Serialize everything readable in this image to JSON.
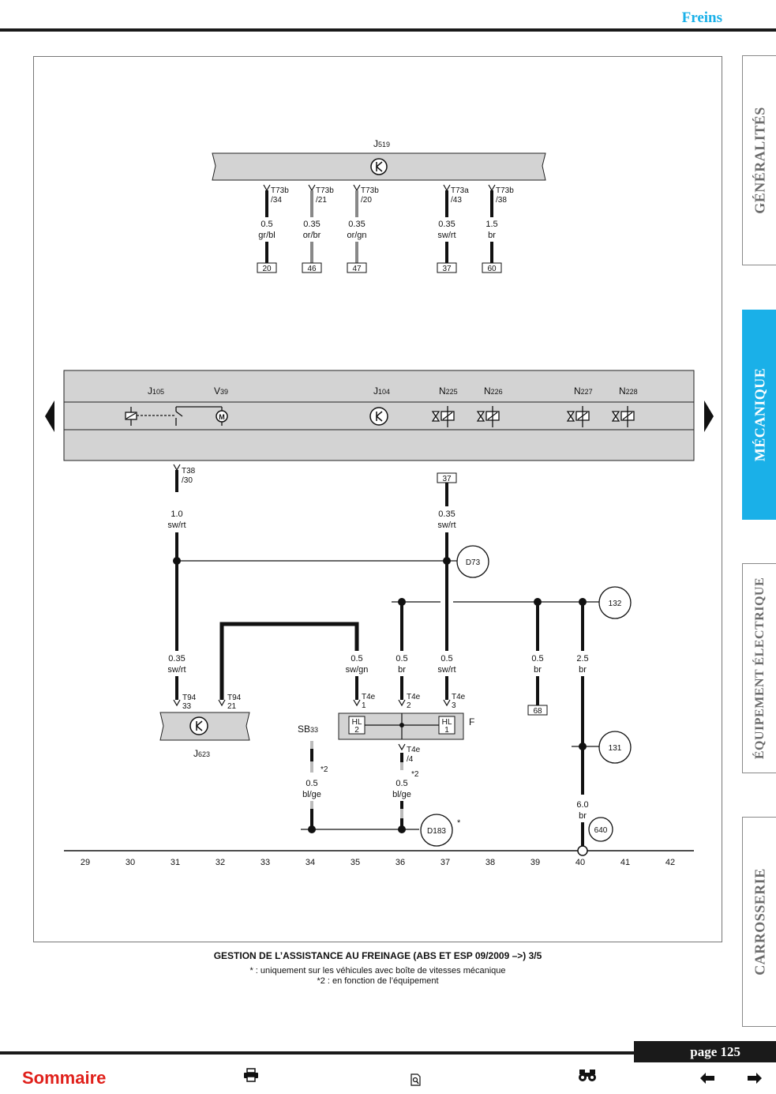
{
  "header": {
    "section_title": "Freins"
  },
  "side_tabs": [
    {
      "label": "GÉNÉRALITÉS"
    },
    {
      "label": "MÉCANIQUE",
      "active": true
    },
    {
      "label": "ÉQUIPEMENT ÉLECTRIQUE"
    },
    {
      "label": "CARROSSERIE"
    }
  ],
  "diagram": {
    "units": {
      "j519": {
        "main": "J",
        "sub": "519"
      },
      "j105": {
        "main": "J",
        "sub": "105"
      },
      "v39": {
        "main": "V",
        "sub": "39"
      },
      "j104": {
        "main": "J",
        "sub": "104"
      },
      "n225": {
        "main": "N",
        "sub": "225"
      },
      "n226": {
        "main": "N",
        "sub": "226"
      },
      "n227": {
        "main": "N",
        "sub": "227"
      },
      "n228": {
        "main": "N",
        "sub": "228"
      },
      "j623": {
        "main": "J",
        "sub": "623"
      },
      "sb33": {
        "main": "SB",
        "sub": "33"
      },
      "f": {
        "main": "F"
      },
      "hl_left": {
        "main": "HL",
        "pin": "2"
      },
      "hl_right": {
        "main": "HL",
        "pin": "1"
      },
      "motor": "M"
    },
    "j519_wires": [
      {
        "connector": "T73b",
        "pin": "/34",
        "gauge": "0.5",
        "color": "gr/bl",
        "ref": "20"
      },
      {
        "connector": "T73b",
        "pin": "/21",
        "gauge": "0.35",
        "color": "or/br",
        "ref": "46"
      },
      {
        "connector": "T73b",
        "pin": "/20",
        "gauge": "0.35",
        "color": "or/gn",
        "ref": "47"
      },
      {
        "connector": "T73a",
        "pin": "/43",
        "gauge": "0.35",
        "color": "sw/rt",
        "ref": "37"
      },
      {
        "connector": "T73b",
        "pin": "/38",
        "gauge": "1.5",
        "color": "br",
        "ref": "60"
      }
    ],
    "t38": {
      "connector": "T38",
      "pin": "/30"
    },
    "wire_1_0": {
      "gauge": "1.0",
      "color": "sw/rt"
    },
    "ref_37_top": "37",
    "wire_mid_37": {
      "gauge": "0.35",
      "color": "sw/rt"
    },
    "circles": {
      "d73": "D73",
      "c132": "132",
      "c131": "131",
      "c640": "640",
      "d183": "D183"
    },
    "lower_wires": [
      {
        "gauge": "0.35",
        "color": "sw/rt",
        "connector": "T94",
        "pin": "33"
      },
      {
        "connector": "T94",
        "pin": "21"
      },
      {
        "gauge": "0.5",
        "color": "sw/gn",
        "connector": "T4e",
        "pin": "1"
      },
      {
        "gauge": "0.5",
        "color": "br",
        "connector": "T4e",
        "pin": "2"
      },
      {
        "gauge": "0.5",
        "color": "sw/rt",
        "connector": "T4e",
        "pin": "3"
      },
      {
        "gauge": "0.5",
        "color": "br",
        "ref": "68"
      },
      {
        "gauge": "2.5",
        "color": "br"
      }
    ],
    "t4e_4": {
      "connector": "T4e",
      "pin": "/4"
    },
    "sb_wire": {
      "note": "*2",
      "gauge": "0.5",
      "color": "bl/ge"
    },
    "t4e4_wire": {
      "note": "*2",
      "gauge": "0.5",
      "color": "bl/ge"
    },
    "wire_6_0": {
      "gauge": "6.0",
      "color": "br"
    },
    "d183_note": "*",
    "grid_numbers": [
      "29",
      "30",
      "31",
      "32",
      "33",
      "34",
      "35",
      "36",
      "37",
      "38",
      "39",
      "40",
      "41",
      "42"
    ]
  },
  "caption": {
    "title": "GESTION DE L’ASSISTANCE AU FREINAGE (ABS ET ESP 09/2009 –>) 3/5",
    "note1": "* : uniquement sur les véhicules avec boîte de vitesses mécanique",
    "note2": "*2 : en fonction de l’équipement"
  },
  "footer": {
    "page_label": "page 125",
    "sommaire": "Sommaire",
    "icons": [
      "print-icon",
      "document-search-icon",
      "binoculars-icon",
      "arrow-left-icon",
      "arrow-right-icon"
    ],
    "colors": {
      "sommaire": "#e0201b",
      "active_tab": "#1ab0e8"
    }
  }
}
